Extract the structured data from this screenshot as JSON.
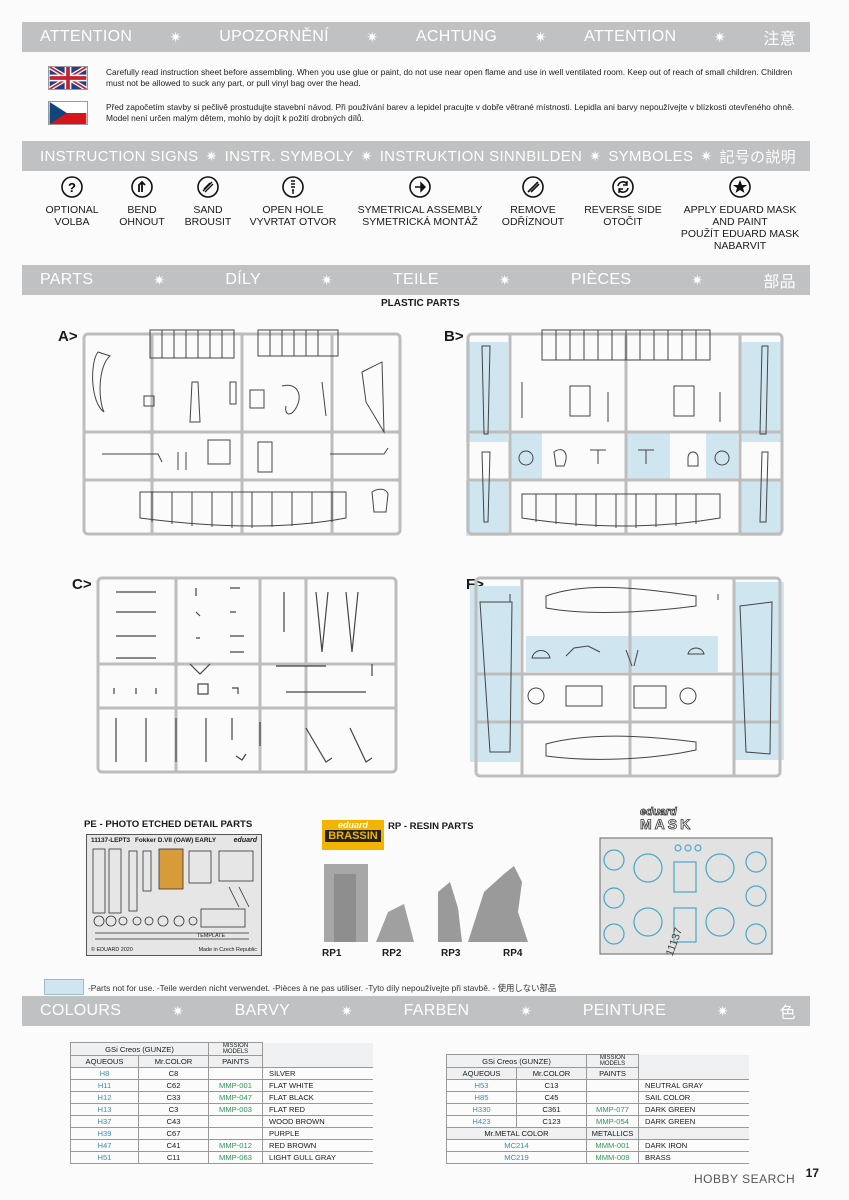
{
  "attention_band": {
    "items": [
      "ATTENTION",
      "UPOZORNĚNÍ",
      "ACHTUNG",
      "ATTENTION",
      "注意"
    ]
  },
  "warnings": {
    "en": "Carefully read instruction sheet before assembling. When you use glue or paint, do not use near open flame and use in well ventilated room. Keep out of reach of small children. Children must not be allowed to suck any part, or pull vinyl bag over the head.",
    "cz": "Před započetím stavby si pečlivě prostudujte stavební návod. Při používání barev a lepidel pracujte v dobře větrané místnosti. Lepidla ani barvy nepoužívejte v blízkosti otevřeného ohně. Model není určen malým dětem, mohlo by dojít k požití drobných dílů."
  },
  "signs_band": {
    "items": [
      "INSTRUCTION SIGNS",
      "INSTR. SYMBOLY",
      "INSTRUKTION SINNBILDEN",
      "SYMBOLES",
      "記号の説明"
    ]
  },
  "signs": [
    {
      "line1": "OPTIONAL",
      "line2": "VOLBA",
      "line3": ""
    },
    {
      "line1": "BEND",
      "line2": "OHNOUT",
      "line3": ""
    },
    {
      "line1": "SAND",
      "line2": "BROUSIT",
      "line3": ""
    },
    {
      "line1": "OPEN HOLE",
      "line2": "VYVRTAT OTVOR",
      "line3": ""
    },
    {
      "line1": "SYMETRICAL ASSEMBLY",
      "line2": "SYMETRICKÁ MONTÁŽ",
      "line3": ""
    },
    {
      "line1": "REMOVE",
      "line2": "ODŘÍZNOUT",
      "line3": ""
    },
    {
      "line1": "REVERSE SIDE",
      "line2": "OTOČIT",
      "line3": ""
    },
    {
      "line1": "APPLY EDUARD MASK",
      "line2": "AND PAINT",
      "line3": "POUŽÍT EDUARD MASK",
      "line4": "NABARVIT"
    }
  ],
  "parts_band": {
    "items": [
      "PARTS",
      "DÍLY",
      "TEILE",
      "PIÈCES",
      "部品"
    ]
  },
  "plastic_parts_title": "PLASTIC PARTS",
  "sprue_labels": {
    "a": "A>",
    "b": "B>",
    "c": "C>",
    "f": "F>"
  },
  "pe": {
    "title": "PE - PHOTO ETCHED DETAIL PARTS",
    "code": "11137-LEPT3",
    "name": "Fokker D.VII (OAW) EARLY",
    "brand": "eduard",
    "template": "TEMPLATE",
    "copyright": "© EDUARD 2020",
    "made_in": "Made in Czech Republic"
  },
  "resin": {
    "title": "RP - RESIN PARTS",
    "logo_top": "eduard",
    "logo_bottom": "BRASSIN",
    "labels": [
      "RP1",
      "RP2",
      "RP3",
      "RP4"
    ]
  },
  "mask": {
    "logo_top": "eduard",
    "logo_bottom": "MASK",
    "code": "11137"
  },
  "legend": "-Parts not for use. -Teile werden nicht verwendet. -Pièces à ne pas utiliser. -Tyto díly nepoužívejte při stavbě. -  使用しない部品",
  "colours_band": {
    "items": [
      "COLOURS",
      "BARVY",
      "FARBEN",
      "PEINTURE",
      "色"
    ]
  },
  "colours_left": {
    "header1": "GSi Creos (GUNZE)",
    "header1b": "MISSION MODELS",
    "header2": [
      "AQUEOUS",
      "Mr.COLOR",
      "PAINTS"
    ],
    "rows": [
      {
        "aq": "H8",
        "mr": "C8",
        "mm": "",
        "name": "SILVER"
      },
      {
        "aq": "H11",
        "mr": "C62",
        "mm": "MMP-001",
        "name": "FLAT WHITE"
      },
      {
        "aq": "H12",
        "mr": "C33",
        "mm": "MMP-047",
        "name": "FLAT BLACK"
      },
      {
        "aq": "H13",
        "mr": "C3",
        "mm": "MMP-003",
        "name": "FLAT RED"
      },
      {
        "aq": "H37",
        "mr": "C43",
        "mm": "",
        "name": "WOOD BROWN"
      },
      {
        "aq": "H39",
        "mr": "C67",
        "mm": "",
        "name": "PURPLE"
      },
      {
        "aq": "H47",
        "mr": "C41",
        "mm": "MMP-012",
        "name": "RED BROWN"
      },
      {
        "aq": "H51",
        "mr": "C11",
        "mm": "MMP-063",
        "name": "LIGHT GULL GRAY"
      }
    ]
  },
  "colours_right": {
    "header1": "GSi Creos (GUNZE)",
    "header1b": "MISSION MODELS",
    "header2": [
      "AQUEOUS",
      "Mr.COLOR",
      "PAINTS"
    ],
    "rows": [
      {
        "aq": "H53",
        "mr": "C13",
        "mm": "",
        "name": "NEUTRAL GRAY"
      },
      {
        "aq": "H85",
        "mr": "C45",
        "mm": "",
        "name": "SAIL COLOR"
      },
      {
        "aq": "H330",
        "mr": "C361",
        "mm": "MMP-077",
        "name": "DARK GREEN"
      },
      {
        "aq": "H423",
        "mr": "C123",
        "mm": "MMP-054",
        "name": "DARK GREEN"
      }
    ],
    "metal_header": [
      "Mr.METAL COLOR",
      "METALLICS"
    ],
    "metal_rows": [
      {
        "mc": "MC214",
        "mm": "MMM-001",
        "name": "DARK IRON"
      },
      {
        "mc": "MC219",
        "mm": "MMM-009",
        "name": "BRASS"
      }
    ]
  },
  "page_number": "17",
  "watermark": "HOBBY SEARCH"
}
